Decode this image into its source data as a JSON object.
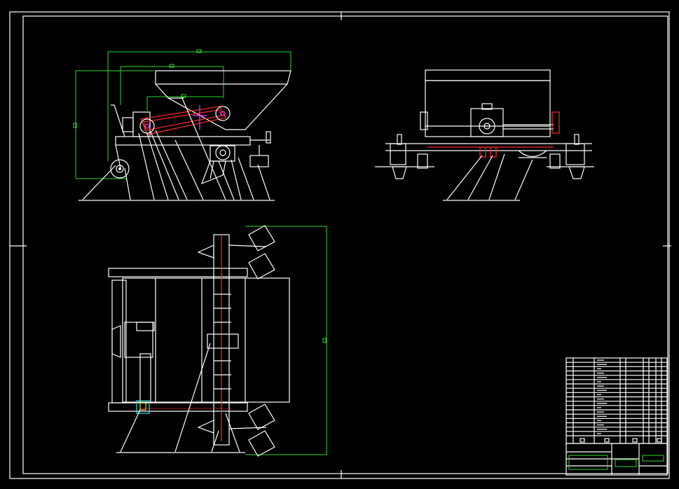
{
  "drawing": {
    "background": "#000000",
    "colors": {
      "outline": "#ffffff",
      "dimension": "#2ed82e",
      "chain": "#ff2b2b",
      "sprocket_center": "#ff33ff",
      "hidden": "#33e0e0",
      "title_block_highlight": "#2ed82e"
    },
    "views": [
      "side-view",
      "rear-view",
      "top-view"
    ],
    "title_block": {
      "parts_list_rows": 18
    }
  }
}
